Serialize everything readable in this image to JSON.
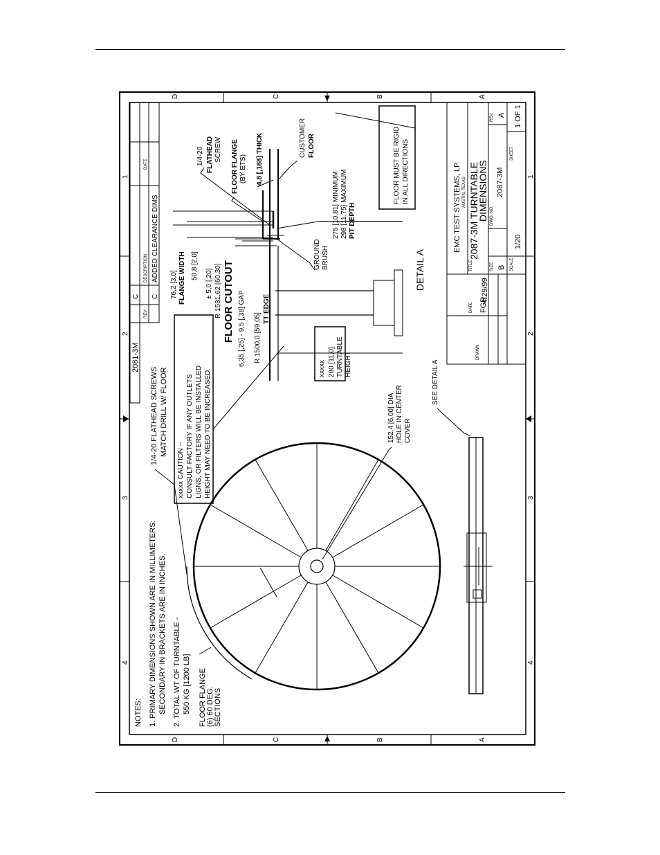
{
  "notes": {
    "heading": "NOTES:",
    "n1_a": "1.  PRIMARY DIMENSIONS SHOWN ARE IN MILLIMETERS:",
    "n1_b": "SECONDARY IN BRACKETS ARE IN INCHES.",
    "n2_a": "2.  TOTAL WT OF TURNTABLE -",
    "n2_b": "550 KG [1200 LB]"
  },
  "labels": {
    "floor_flange_a": "FLOOR FLANGE",
    "floor_flange_b": "(6) 60 DEG.",
    "floor_flange_c": "SECTIONS",
    "screws_a": "1/4-20 FLATHEAD  SCREWS",
    "screws_b": "MATCH DRILL W/ FLOOR",
    "hole_a": "152,4 [6,00] DIA",
    "hole_b": "HOLE IN CENTER",
    "hole_c": "COVER",
    "see_detail": "SEE DETAIL  A",
    "detail_a": "DETAIL  A"
  },
  "caution": {
    "l1": "xxxxx    CAUTION --",
    "l2": "CONSULT FACTORY IF ANY OUTLETS",
    "l3": "LIGNS, OR FILTERS WILL BE INSTALLED",
    "l4": "HEIGHT MAY NEED TO BE INCREASED."
  },
  "height_box": {
    "l1": "xxxxx",
    "l2": "280 [11,0]",
    "l3": "TURNTABLE",
    "l4": "HEIGHT"
  },
  "dims": {
    "flange_width_a": "76,2 [3,0]",
    "flange_width_b": "FLANGE WIDTH",
    "d50": "50,8 [2,0]",
    "pm5": "± 5,0 [,20]",
    "r1531": "R 1531,62 [60,30]",
    "floor_cutout": "FLOOR CUTOUT",
    "gap": "6,35 [,25] - 9,5 [,38] GAP",
    "r1500": "R 1500,0 [59,05]",
    "tt_edge": "TT EDGE",
    "screw_a": "1/4-20",
    "screw_b": "FLATHEAD",
    "screw_c": "SCREW",
    "ff_a": "FLOOR FLANGE",
    "ff_b": "(BY ETS)",
    "thick": "4,8 [,188] THICK",
    "cust_a": "CUSTOMER",
    "cust_b": "FLOOR",
    "pit_a": "275 [10,81] MINIMUM",
    "pit_b": "298 [11,75] MAXIMUM",
    "pit_c": "PIT DEPTH",
    "ground_a": "GROUND",
    "ground_b": "BRUSH",
    "rigid_a": "FLOOR MUST BE RIGID",
    "rigid_b": "IN ALL DIRECTIONS"
  },
  "revision": {
    "part_no": "2081-3M",
    "desc": "ADDED CLEARANCE DIMS",
    "rev": "C",
    "col1": "REV",
    "col2": "DESCRIPTION",
    "col3": "DATE"
  },
  "title_block": {
    "company": "EMC TEST SYSTEMS, LP",
    "city": "AUSTIN, TEXAS",
    "title_a": "2087-3M TURNTABLE",
    "title_b": "DIMENSIONS",
    "drawn_by": "FGR",
    "date": "4/29/99",
    "dwg_no": "2087-3M",
    "rev": "A",
    "sheet": "1  OF  1",
    "scale": "1/20",
    "size": "B",
    "lbl_title": "TITLE",
    "lbl_date": "DATE",
    "lbl_drawn": "DRAWN",
    "lbl_scale": "SCALE",
    "lbl_sheet": "SHEET",
    "lbl_size": "SIZE",
    "lbl_dwg": "DWG. NO.",
    "lbl_rev": "REV."
  },
  "zones": {
    "rows": [
      "D",
      "C",
      "B",
      "A"
    ],
    "cols": [
      "1",
      "2",
      "3",
      "4"
    ]
  }
}
